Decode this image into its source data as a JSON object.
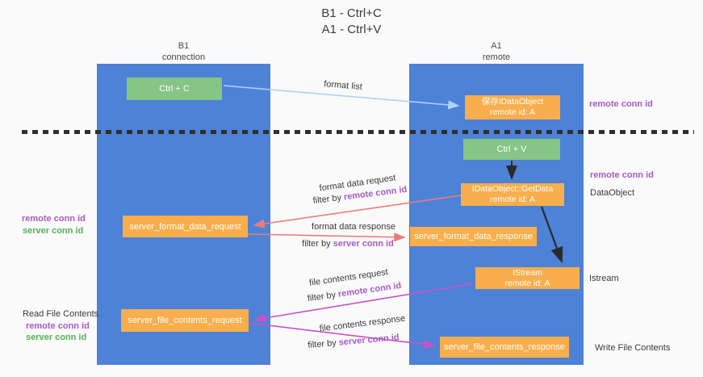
{
  "title": {
    "line1": "B1 - Ctrl+C",
    "line2": "A1 - Ctrl+V"
  },
  "columns": {
    "left": {
      "name": "B1",
      "role": "connection"
    },
    "right": {
      "name": "A1",
      "role": "remote"
    }
  },
  "nodes": {
    "ctrl_c": {
      "label": "Ctrl + C"
    },
    "ctrl_v": {
      "label": "Ctrl + V"
    },
    "save_dataobject": {
      "line1": "保存IDataObject",
      "line2": "remote id: A"
    },
    "getdata": {
      "line1": "IDataObject::GetData",
      "line2": "remote id: A"
    },
    "istream": {
      "line1": "IStream",
      "line2": "remote id: A"
    },
    "format_request": {
      "label": "server_format_data_request"
    },
    "format_response": {
      "label": "server_format_data_response"
    },
    "file_request": {
      "label": "server_file_contents_request"
    },
    "file_response": {
      "label": "server_file_contents_response"
    }
  },
  "flow_labels": {
    "format_list": "format list",
    "format_data_request": "format data request",
    "format_data_response": "format data response",
    "file_contents_request": "file contents request",
    "file_contents_response": "file contents response",
    "filter_by": "filter by",
    "remote_conn_id": "remote conn id",
    "server_conn_id": "server conn id"
  },
  "side_labels": {
    "remote_conn_id_top_right": "remote conn id",
    "remote_conn_id_mid_right": "remote conn id",
    "dataobject": "DataObject",
    "istream": "Istream",
    "write_file_contents": "Write File Contents",
    "read_file_contents": "Read File Contents",
    "remote_conn_id_left_1": "remote conn id",
    "server_conn_id_left_1": "server conn id",
    "remote_conn_id_left_2": "remote conn id",
    "server_conn_id_left_2": "server conn id"
  },
  "colors": {
    "column_blue": "#4d82d6",
    "node_green": "#85c586",
    "node_orange": "#f8ae4c",
    "arrow_light_blue": "#aad4f0",
    "arrow_salmon": "#e97d7d",
    "arrow_magenta": "#c653c6",
    "arrow_black": "#2b2b2b",
    "text_purple": "#a75bc7",
    "text_green": "#55b155"
  }
}
